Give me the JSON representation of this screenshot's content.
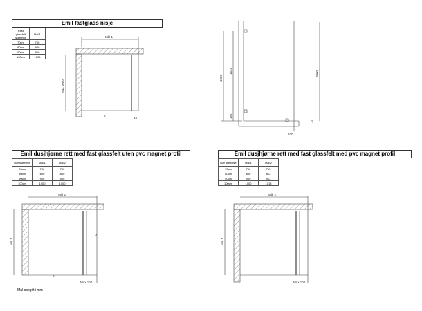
{
  "sections": [
    {
      "title": "Emil fastglass nisje",
      "headers": [
        "Fast glassfelt størrelse",
        "Mål 1"
      ],
      "rows": [
        [
          "70cm",
          "700"
        ],
        [
          "80cm",
          "800"
        ],
        [
          "90cm",
          "900"
        ],
        [
          "100cm",
          "1000"
        ]
      ]
    },
    {
      "title": "Emil dusjhjørne rett med fast glassfelt uten pvc magnet profil",
      "headers": [
        "Dør størrelse",
        "Mål 1",
        "Mål 2"
      ],
      "rows": [
        [
          "70cm",
          "700",
          "700"
        ],
        [
          "80cm",
          "800",
          "800"
        ],
        [
          "90cm",
          "900",
          "900"
        ],
        [
          "100cm",
          "1000",
          "1000"
        ]
      ]
    },
    {
      "title": "Emil dusjhjørne rett med fast glassfelt med pvc magnet profil",
      "headers": [
        "Dør størrelse",
        "Mål 1",
        "Mål 2"
      ],
      "rows": [
        [
          "70cm",
          "700",
          "713"
        ],
        [
          "80cm",
          "800",
          "813"
        ],
        [
          "90cm",
          "900",
          "913"
        ],
        [
          "100cm",
          "1000",
          "1013"
        ]
      ]
    }
  ],
  "dims": {
    "mal1": "Mål 1",
    "mal2": "Mål 2",
    "max1000": "Max 1000",
    "d8": "8",
    "d15": "15",
    "d1820": "1820",
    "d1625": "1625",
    "d2000": "2000",
    "d195": "195",
    "d100": "100",
    "d4": "4",
    "max100": "Max 100"
  },
  "note": "Mål oppgitt i mm"
}
